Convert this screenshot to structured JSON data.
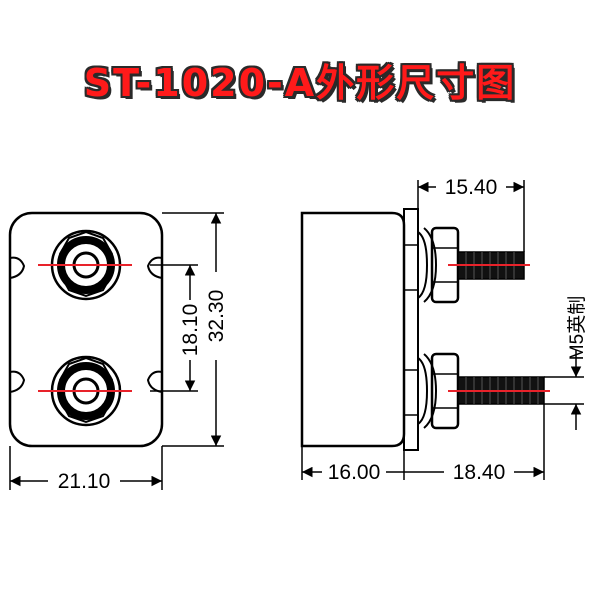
{
  "title": "ST-1020-A外形尺寸图",
  "colors": {
    "title": "#ff1a1a",
    "title_outline": "#2a2a2a",
    "center_line": "#e8222a",
    "line": "#000000",
    "bolt": "#111111"
  },
  "dimensions": {
    "front_width": "21.10",
    "front_height": "32.30",
    "terminal_spacing": "18.10",
    "body_depth": "16.00",
    "bolt_length": "18.40",
    "nut_projection": "15.40",
    "thread": "M5英制"
  }
}
